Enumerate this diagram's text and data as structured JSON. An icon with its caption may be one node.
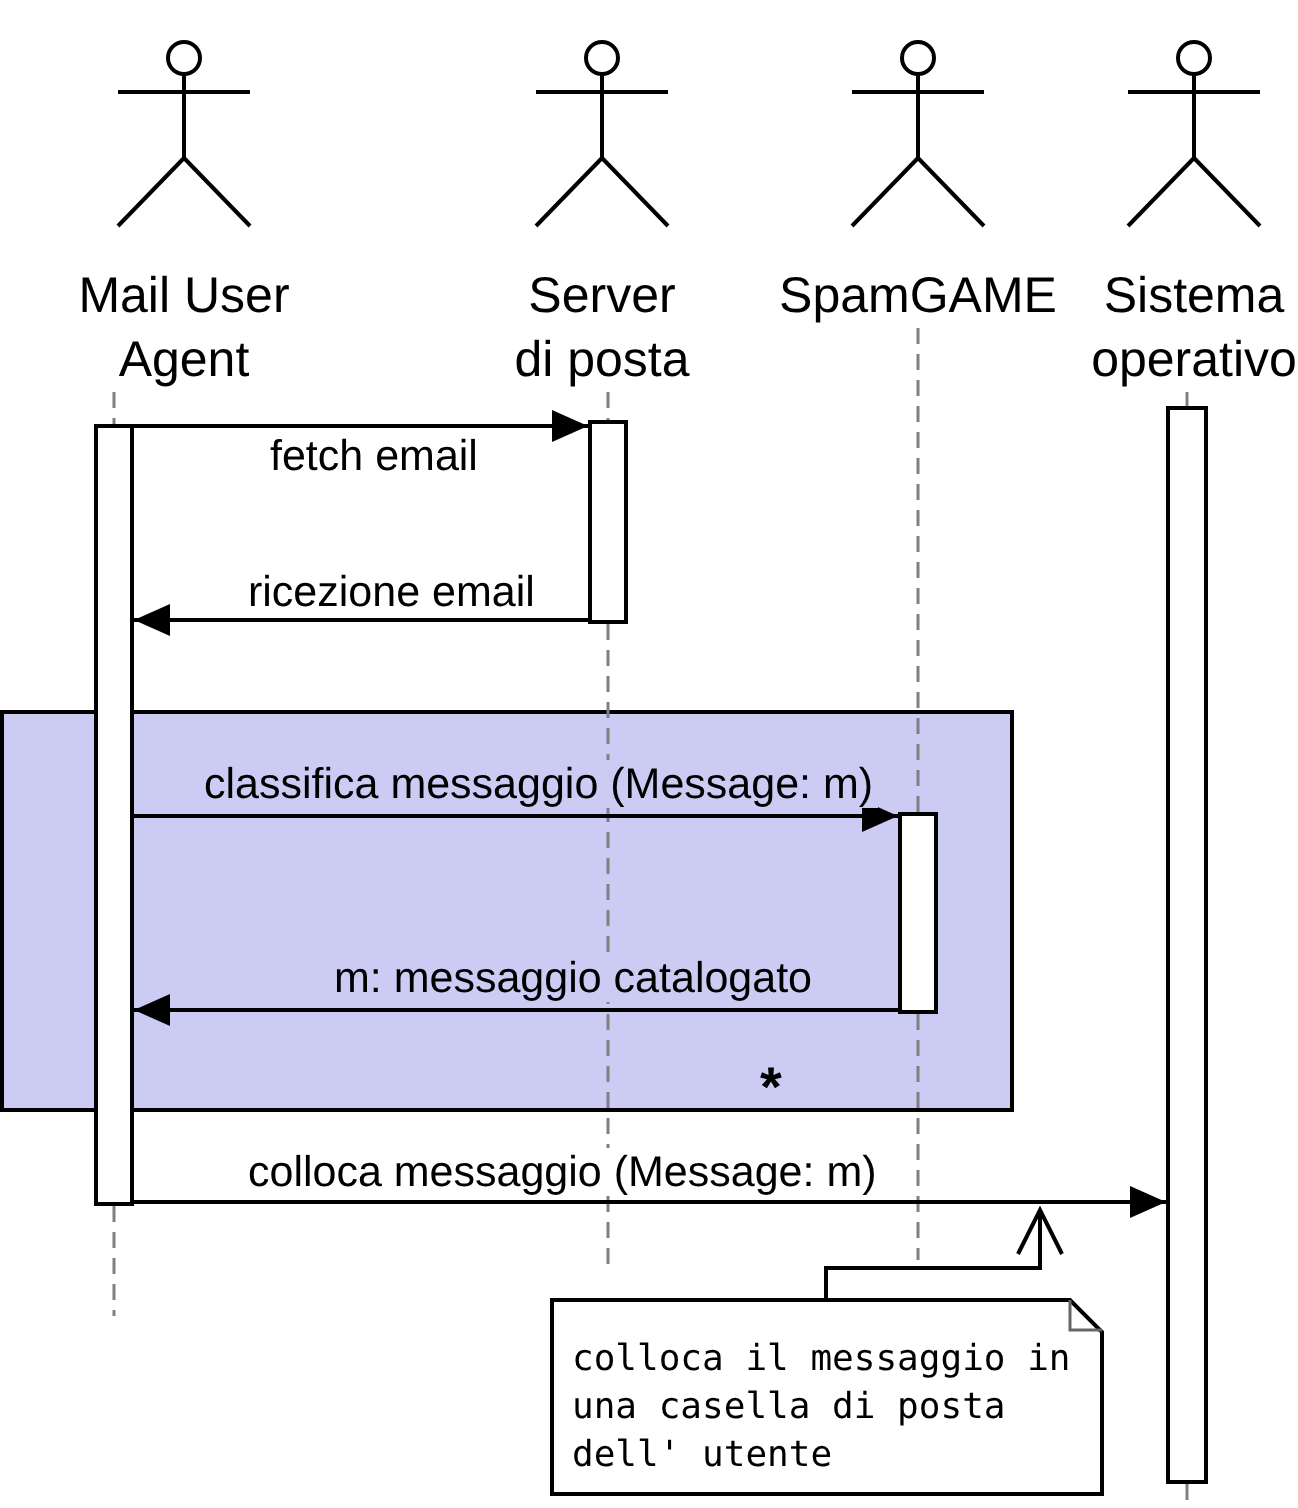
{
  "diagram": {
    "nodes": [
      {
        "text": [
          "Mail User Agent"
        ]
      },
      {
        "text": [
          "Server di posta"
        ]
      },
      {
        "text": [
          "SpamGAME"
        ]
      },
      {
        "text": [
          "Sistema operativo"
        ]
      },
      {
        "text": [],
        "shape": "bar"
      },
      {
        "text": [],
        "shape": "bar"
      },
      {
        "text": [],
        "shape": "bar"
      },
      {
        "text": [
          "*"
        ]
      },
      {
        "text": [],
        "shape": "bar",
        "in": 7
      },
      {
        "text": [
          "colloca il messaggio in una casella di posta dell' utente"
        ]
      }
    ],
    "edges": [
      {
        "from": 4,
        "to": 5,
        "arrow": "to",
        "label": "fetch email"
      },
      {
        "from": 5,
        "to": 4,
        "arrow": "to",
        "label": "ricezione email"
      },
      {
        "from": 4,
        "to": 8,
        "arrow": "to",
        "label": "classifica messaggio (Message: m)"
      },
      {
        "from": 8,
        "to": 4,
        "arrow": "to",
        "label": "m: messaggio catalogato"
      },
      {
        "from": 4,
        "to": 6,
        "arrow": "to",
        "label": "colloca messaggio (Message: m)"
      },
      {
        "from": 9,
        "to": null,
        "arrow": "to"
      },
      {
        "from": 0,
        "to": 4,
        "arrow": "none",
        "style": "dashed",
        "color": "#808080"
      },
      {
        "from": 1,
        "to": 5,
        "arrow": "none",
        "style": "dashed",
        "color": "#808080"
      },
      {
        "from": 2,
        "to": 8,
        "arrow": "none",
        "style": "dashed",
        "color": "#808080"
      },
      {
        "from": 3,
        "to": 6,
        "arrow": "none",
        "style": "dashed",
        "color": "#808080"
      }
    ]
  }
}
